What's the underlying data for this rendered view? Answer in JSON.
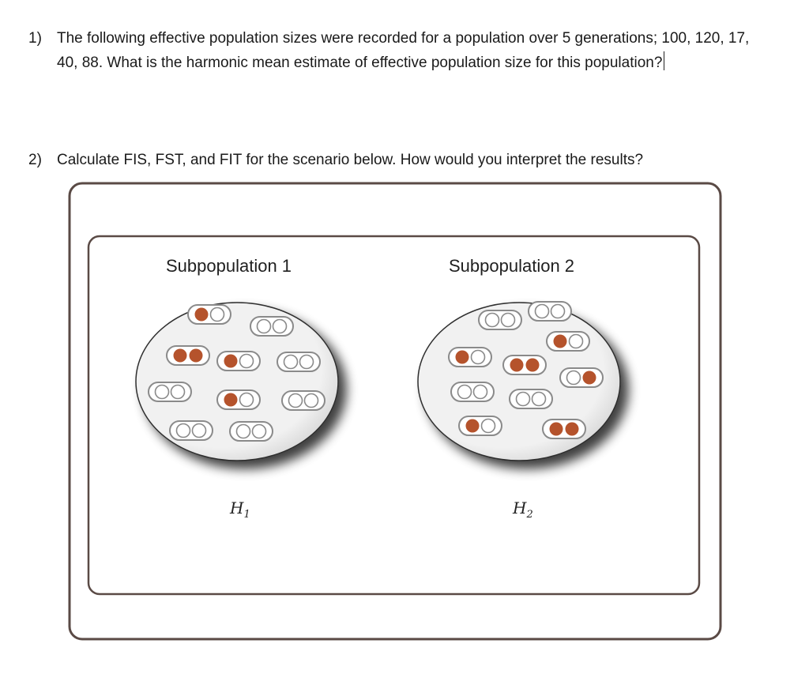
{
  "questions": [
    {
      "number": "1)",
      "text": "The following effective population sizes were recorded for a population over 5 generations; 100, 120, 17, 40, 88. What is the harmonic mean estimate of effective population size for this population?"
    },
    {
      "number": "2)",
      "text": "Calculate FIS, FST, and FIT for the scenario below. How would you interpret the results?"
    }
  ],
  "figure": {
    "colors": {
      "frame": "#5a4a45",
      "allele_colored": "#b5532c",
      "allele_outline": "#8a8a8a",
      "dish_fill": "#f0f0f0"
    },
    "subpopulations": [
      {
        "title": "Subpopulation 1",
        "label": "H",
        "label_subscript": "1",
        "genotypes": [
          [
            "A",
            "a"
          ],
          [
            "a",
            "a"
          ],
          [
            "A",
            "A"
          ],
          [
            "A",
            "a"
          ],
          [
            "a",
            "a"
          ],
          [
            "a",
            "a"
          ],
          [
            "A",
            "a"
          ],
          [
            "a",
            "a"
          ],
          [
            "a",
            "a"
          ],
          [
            "a",
            "a"
          ]
        ]
      },
      {
        "title": "Subpopulation 2",
        "label": "H",
        "label_subscript": "2",
        "genotypes": [
          [
            "a",
            "a"
          ],
          [
            "a",
            "a"
          ],
          [
            "A",
            "a"
          ],
          [
            "A",
            "A"
          ],
          [
            "a",
            "A"
          ],
          [
            "A",
            "a"
          ],
          [
            "a",
            "a"
          ],
          [
            "a",
            "a"
          ],
          [
            "A",
            "a"
          ],
          [
            "A",
            "A"
          ]
        ]
      }
    ]
  }
}
